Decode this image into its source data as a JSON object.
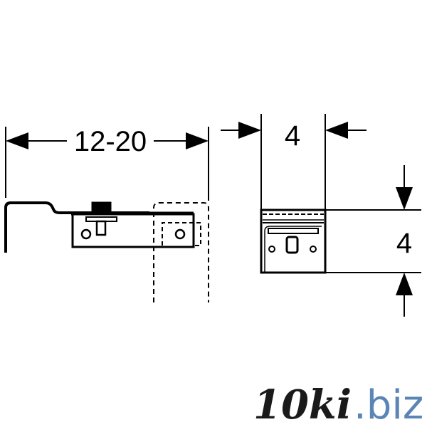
{
  "dimensions": {
    "width_range": "12-20",
    "depth": "4",
    "height": "4"
  },
  "watermark": {
    "main": "10ki",
    "suffix": ".biz"
  },
  "colors": {
    "line": "#000000",
    "watermark_main": "#1a1a1a",
    "watermark_suffix": "#5a85b5"
  }
}
